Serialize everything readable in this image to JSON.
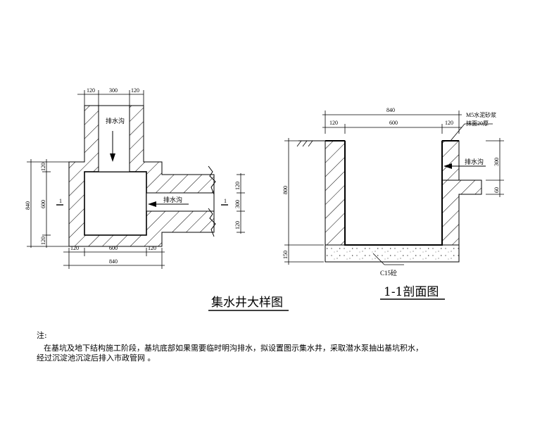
{
  "plan": {
    "title": "集水井大样图",
    "top_dims": [
      "120",
      "300",
      "120"
    ],
    "bottom_dims": [
      "120",
      "600",
      "120"
    ],
    "bottom_total": "840",
    "left_dims": [
      "120",
      "600",
      "120"
    ],
    "left_total": "840",
    "right_dims": [
      "120",
      "300",
      "120"
    ],
    "ditch_top_label": "排水沟",
    "ditch_right_label": "排水沟",
    "section_mark": "1"
  },
  "section": {
    "title": "1-1剖面图",
    "top_total": "840",
    "top_dims": [
      "120",
      "600",
      "120"
    ],
    "finish_note_1": "M5水泥砂浆",
    "finish_note_2": "抹面20厚",
    "left_dims": [
      "800",
      "150"
    ],
    "right_dims": [
      "300",
      "60"
    ],
    "ditch_label": "排水沟",
    "base_label": "C15砼"
  },
  "notes": {
    "heading": "注:",
    "line1": "在基坑及地下结构施工阶段，基坑底部如果需要临时明沟排水，拟设置图示集水井，采取潜水泵抽出基坑积水，",
    "line2": "经过沉淀池沉淀后排入市政管网 。"
  }
}
